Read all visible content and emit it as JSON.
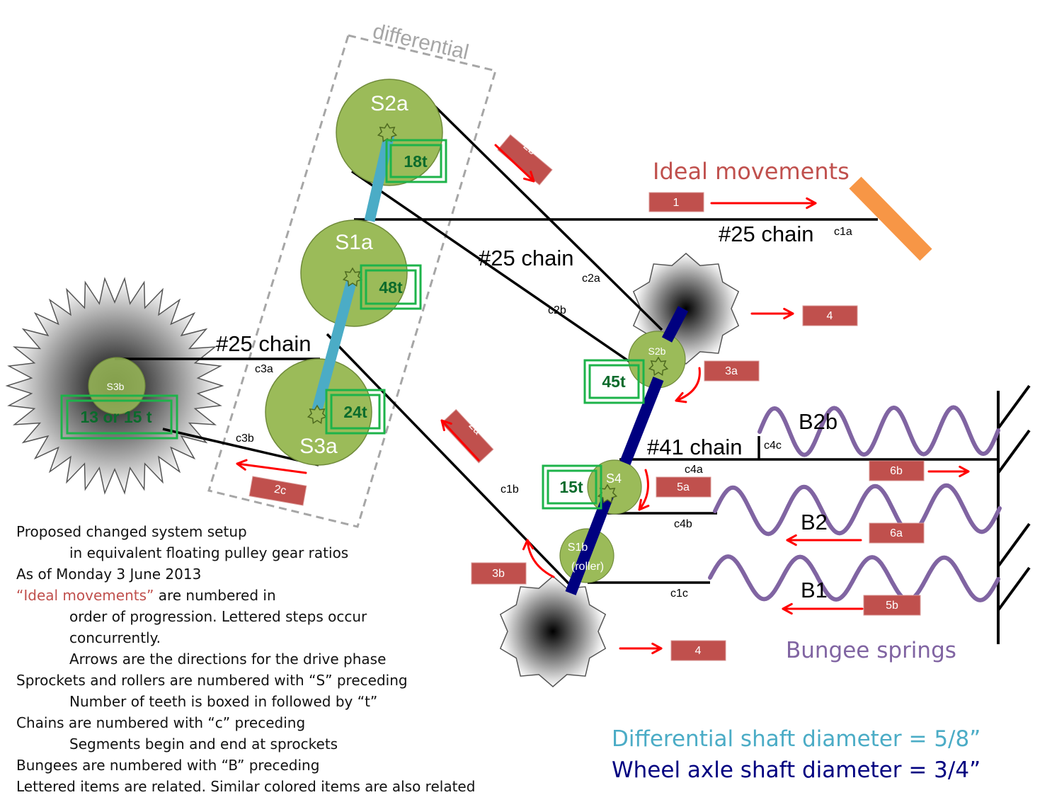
{
  "colors": {
    "gear_green": "#9bbb59",
    "tooth_box": "#1db34a",
    "tooth_text": "#0b6b2c",
    "label_red": "#c0504d",
    "arrow_red": "#ff0000",
    "diff_shaft": "#4bacc6",
    "wheel_shaft": "#000080",
    "spring_purple": "#8064a2",
    "paddle_orange": "#f79646"
  },
  "diagram": {
    "differential_label": "differential",
    "ideal_movements_title": "Ideal movements",
    "bungee_title": "Bungee springs",
    "sprockets": {
      "s2a": "S2a",
      "s1a": "S1a",
      "s3a": "S3a",
      "s3b": "S3b",
      "s2b": "S2b",
      "s4": "S4",
      "s1b_line1": "S1b",
      "s1b_line2": "(roller)"
    },
    "teeth": {
      "t18": "18t",
      "t48": "48t",
      "t24": "24t",
      "t13_15": "13 or 15 t",
      "t45": "45t",
      "t15": "15t"
    },
    "chains": {
      "chain25": "#25 chain",
      "chain41": "#41 chain",
      "c1a": "c1a",
      "c2a": "c2a",
      "c2b": "c2b",
      "c3a": "c3a",
      "c3b": "c3b",
      "c1b": "c1b",
      "c4a": "c4a",
      "c4b": "c4b",
      "c4c": "c4c",
      "c1c": "c1c"
    },
    "bungees": {
      "b2b": "B2b",
      "b2": "B2",
      "b1": "B1"
    },
    "steps": {
      "s1": "1",
      "s2a": "2a",
      "s2b": "2b",
      "s2c": "2c",
      "s3a": "3a",
      "s3b": "3b",
      "s4": "4",
      "s5a": "5a",
      "s5b": "5b",
      "s6a": "6a",
      "s6b": "6b"
    }
  },
  "notes": {
    "line1": "Proposed changed system setup",
    "line2": "in equivalent floating pulley gear ratios",
    "line3": "As of Monday 3 June 2013",
    "line4_quote": "“Ideal movements”",
    "line4_rest": " are numbered in",
    "line5": "order of progression. Lettered steps occur",
    "line6": "concurrently.",
    "line7": "Arrows are the directions for the drive phase",
    "line8": "Sprockets and rollers are numbered with “S” preceding",
    "line9": "Number of teeth is boxed in followed by “t”",
    "line10": "Chains are numbered with “c” preceding",
    "line11": "Segments begin and end at sprockets",
    "line12": "Bungees are numbered with “B” preceding",
    "line13": "Lettered items are related. Similar colored items are also related"
  },
  "shafts": {
    "differential": "Differential shaft diameter = 5/8”",
    "wheel": "Wheel axle shaft diameter = 3/4”"
  }
}
